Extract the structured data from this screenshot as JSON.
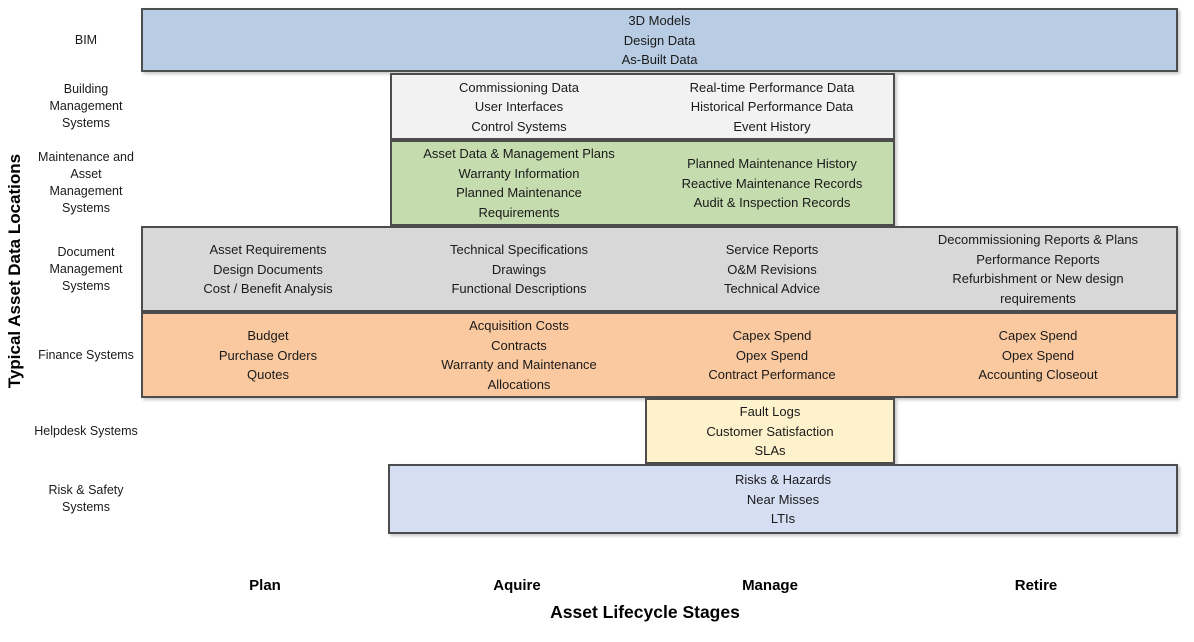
{
  "y_axis": {
    "title": "Typical Asset Data Locations"
  },
  "x_axis": {
    "title": "Asset Lifecycle Stages"
  },
  "stages": [
    "Plan",
    "Aquire",
    "Manage",
    "Retire"
  ],
  "colors": {
    "border": "#4d4d4d",
    "text": "#1a1a1a",
    "bim": "#b8cce4",
    "building_management": "#f2f2f2",
    "maintenance": "#c5dcaf",
    "document": "#d8d8d8",
    "finance": "#fac9a0",
    "helpdesk": "#fdf2cb",
    "risk_safety": "#d5def2"
  },
  "rows": [
    {
      "label": "BIM",
      "color": "#b8cce4",
      "blocks": [
        "3D Models\nDesign Data\nAs-Built Data"
      ]
    },
    {
      "label": "Building\nManagement\nSystems",
      "color": "#f2f2f2",
      "blocks": [
        "Commissioning Data\nUser Interfaces\nControl Systems",
        "Real-time Performance Data\nHistorical Performance Data\nEvent History"
      ]
    },
    {
      "label": "Maintenance and\nAsset\nManagement\nSystems",
      "color": "#c5dcaf",
      "blocks": [
        "Asset Data & Management Plans\nWarranty Information\nPlanned Maintenance\nRequirements",
        "Planned Maintenance History\nReactive Maintenance Records\nAudit & Inspection Records"
      ]
    },
    {
      "label": "Document\nManagement\nSystems",
      "color": "#d8d8d8",
      "blocks": [
        "Asset Requirements\nDesign Documents\nCost / Benefit Analysis",
        "Technical Specifications\nDrawings\nFunctional Descriptions",
        "Service Reports\nO&M Revisions\nTechnical Advice",
        "Decommissioning Reports & Plans\nPerformance Reports\nRefurbishment or New design\nrequirements"
      ]
    },
    {
      "label": "Finance Systems",
      "color": "#fac9a0",
      "blocks": [
        "Budget\nPurchase Orders\nQuotes",
        "Acquisition Costs\nContracts\nWarranty and Maintenance\nAllocations",
        "Capex Spend\nOpex Spend\nContract Performance",
        "Capex Spend\nOpex Spend\nAccounting Closeout"
      ]
    },
    {
      "label": "Helpdesk Systems",
      "color": "#fdf2cb",
      "blocks": [
        "Fault Logs\nCustomer Satisfaction\nSLAs"
      ]
    },
    {
      "label": "Risk & Safety\nSystems",
      "color": "#d5def2",
      "blocks": [
        "Risks & Hazards\nNear Misses\nLTIs"
      ]
    }
  ]
}
